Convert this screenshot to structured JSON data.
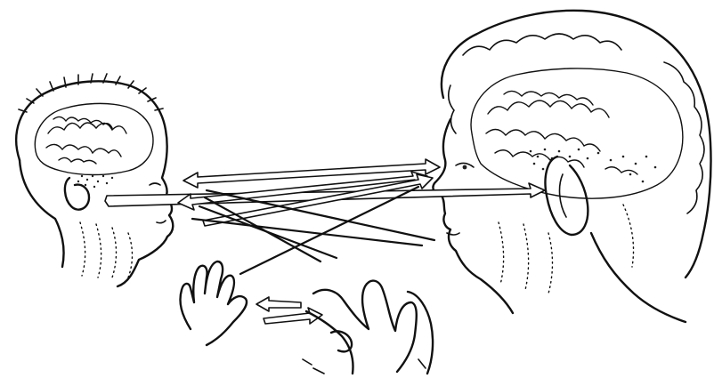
{
  "figure": {
    "description_visible_text": "",
    "colors": {
      "ink": "#111111",
      "background": "#ffffff"
    },
    "elements": [
      "infant-head-with-brain",
      "adult-head-with-brain",
      "bidirectional-gaze-arrows",
      "infant-hand",
      "adult-hands",
      "hand-gesture-arrows"
    ]
  }
}
